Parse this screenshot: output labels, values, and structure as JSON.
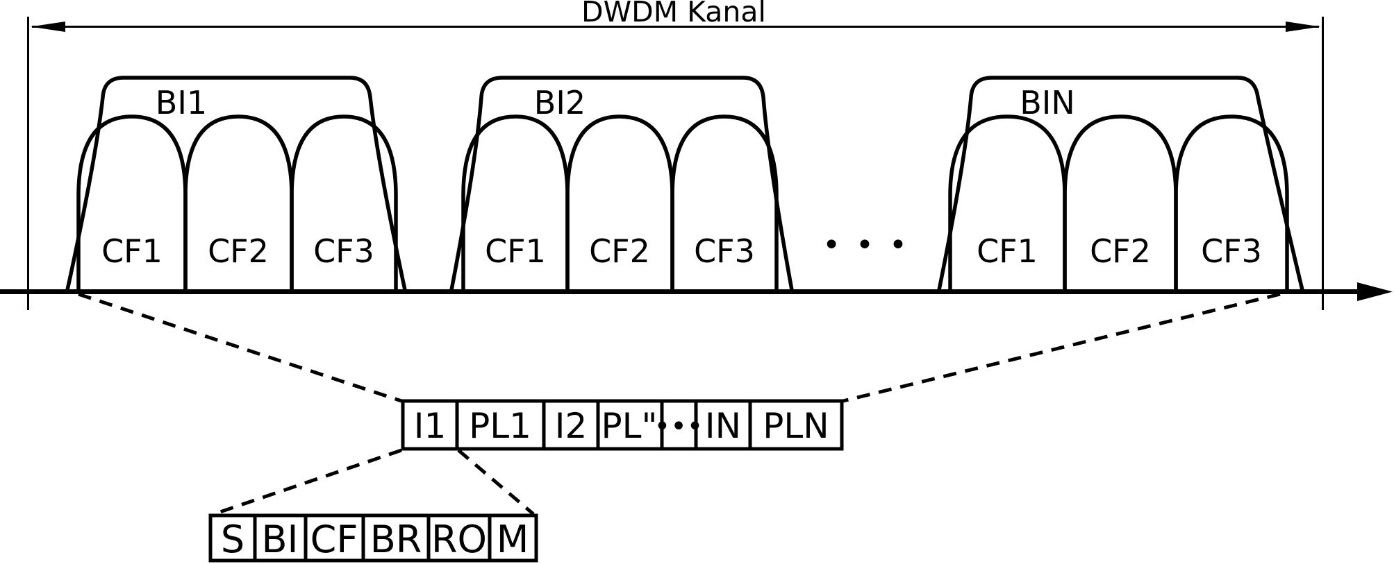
{
  "diagram": {
    "title": "DWDM Kanal",
    "colors": {
      "stroke": "#000000",
      "background": "#ffffff"
    },
    "bands": [
      {
        "label": "BI1",
        "carriers": [
          "CF1",
          "CF2",
          "CF3"
        ]
      },
      {
        "label": "BI2",
        "carriers": [
          "CF1",
          "CF2",
          "CF3"
        ]
      },
      {
        "label": "BIN",
        "carriers": [
          "CF1",
          "CF2",
          "CF3"
        ]
      }
    ],
    "bands_ellipsis": "• • •",
    "frame": {
      "cells": [
        "I1",
        "PL1",
        "I2",
        "PL\"",
        "•••",
        "IN",
        "PLN"
      ]
    },
    "subframe": {
      "cells": [
        "S",
        "BI",
        "CF",
        "BR",
        "RO",
        "M"
      ]
    }
  }
}
